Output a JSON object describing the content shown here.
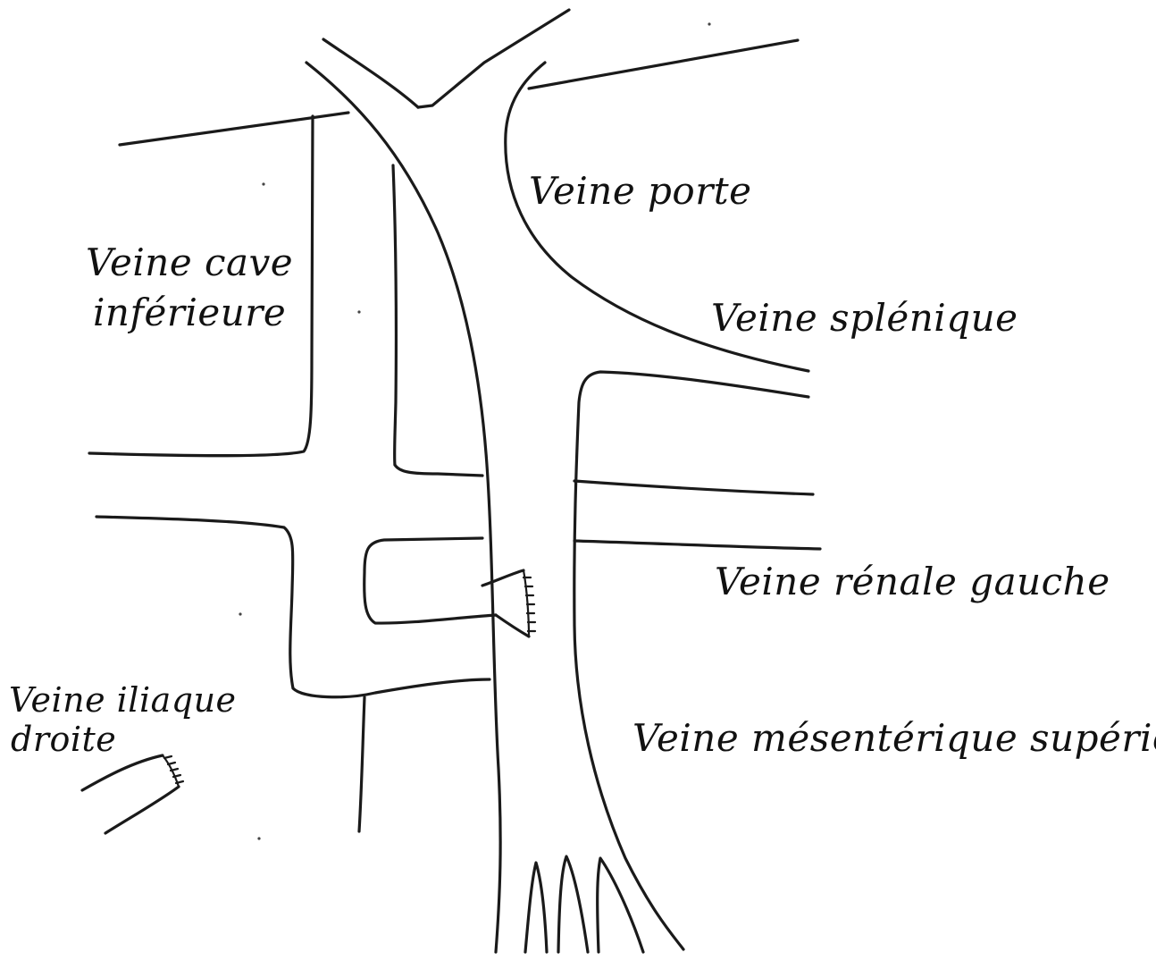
{
  "labels": {
    "veine_porte": "Veine porte",
    "veine_cave_line1": "Veine cave",
    "veine_cave_line2": "inférieure",
    "veine_splenique": "Veine splénique",
    "veine_renale_gauche": "Veine rénale gauche",
    "veine_iliaque_line1": "Veine iliaque",
    "veine_iliaque_line2": "droite",
    "veine_mesenterique": "Veine mésentérique supérieure"
  },
  "colors": {
    "ink": "#1a1a1a",
    "background": "#ffffff"
  }
}
